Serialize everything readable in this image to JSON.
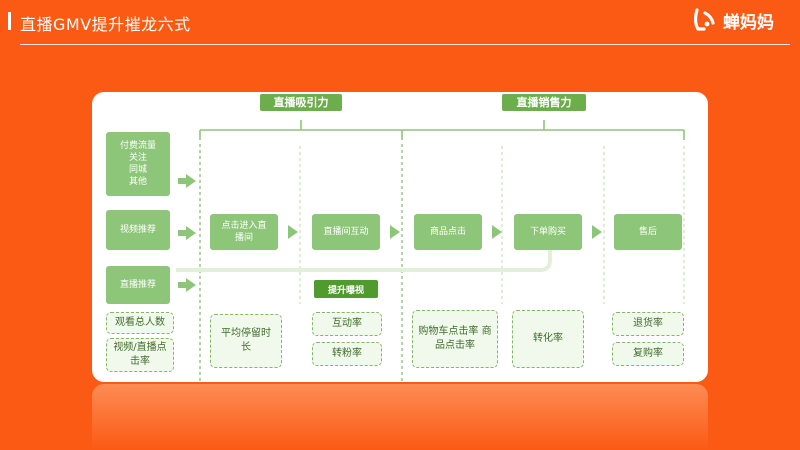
{
  "header": {
    "title": "直播GMV提升摧龙六式",
    "brand": "蝉妈妈"
  },
  "sections": {
    "attraction": "直播吸引力",
    "sales": "直播销售力"
  },
  "sources": [
    {
      "lines": [
        "付费流量",
        "关注",
        "同城",
        "其他"
      ]
    },
    {
      "lines": [
        "视频推荐"
      ]
    },
    {
      "lines": [
        "直播推荐"
      ]
    }
  ],
  "stages": [
    "点击进入直播间",
    "直播间互动",
    "商品点击",
    "下单购买",
    "售后"
  ],
  "boost_label": "提升曝视",
  "metrics": {
    "source": [
      "观看总人数",
      "视频/直播点击率"
    ],
    "enter": "平均停留时长",
    "interact": [
      "互动率",
      "转粉率"
    ],
    "click": "购物车点击率 商品点击率",
    "order": "转化率",
    "after": [
      "退货率",
      "复购率"
    ]
  }
}
